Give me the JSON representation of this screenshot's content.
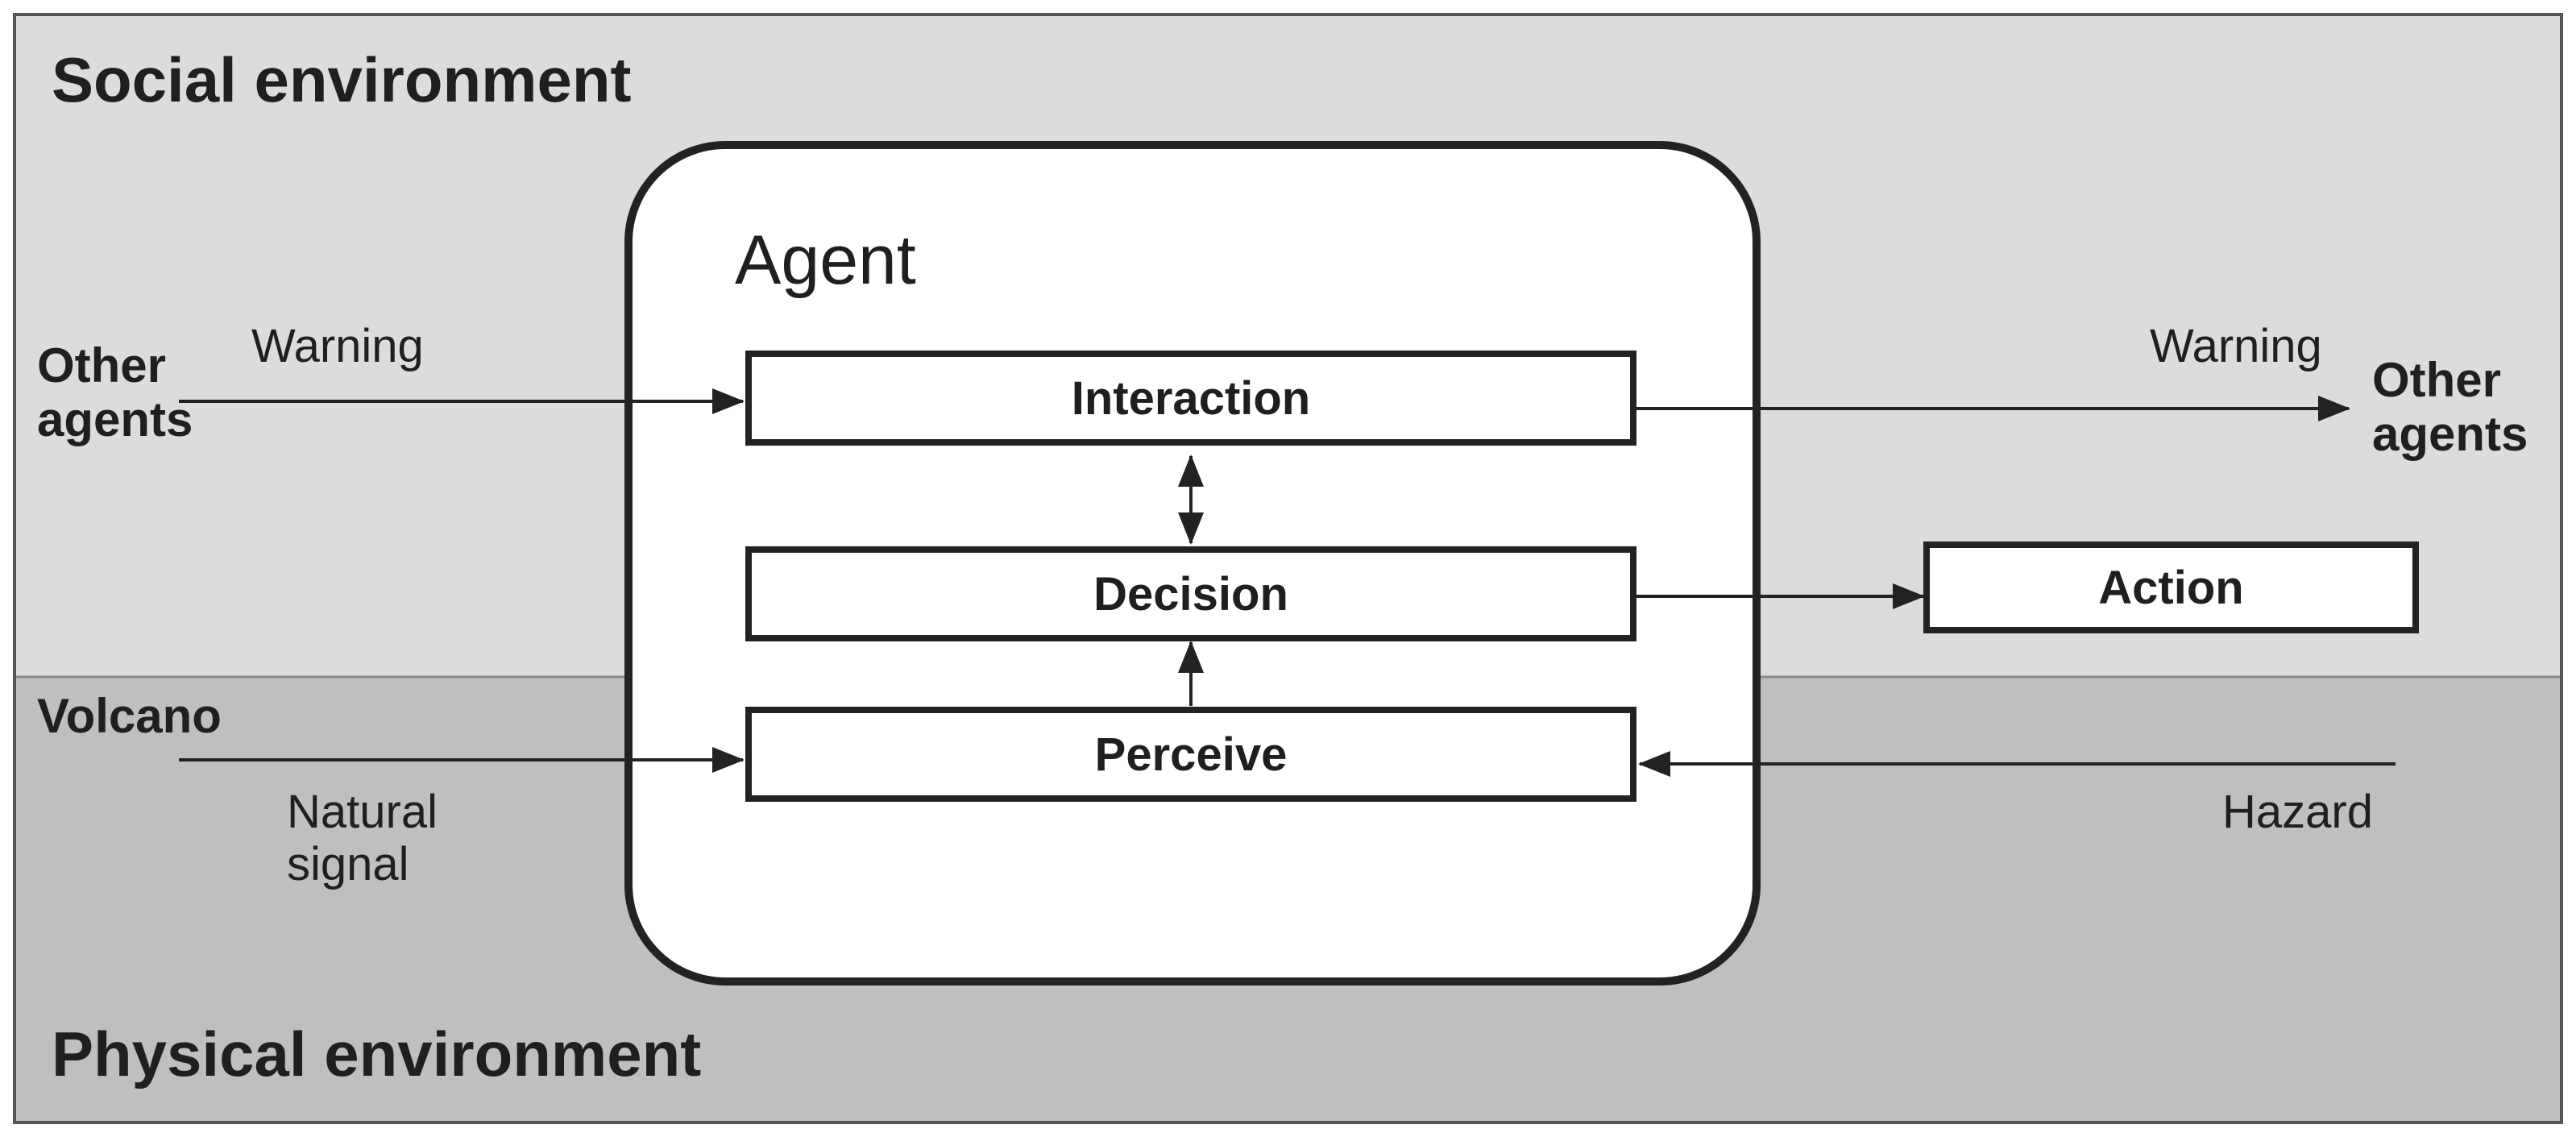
{
  "colors": {
    "social_bg": "#dcdcdc",
    "physical_bg": "#bfbfbf",
    "stroke": "#222222",
    "box_fill": "#ffffff",
    "text": "#1f1f1f"
  },
  "regions": {
    "social_title": "Social environment",
    "physical_title": "Physical environment"
  },
  "agent": {
    "title": "Agent",
    "boxes": {
      "interaction": "Interaction",
      "decision": "Decision",
      "perceive": "Perceive"
    }
  },
  "action_box": "Action",
  "left": {
    "other_agents_line1": "Other",
    "other_agents_line2": "agents",
    "warning_label": "Warning",
    "volcano": "Volcano",
    "natural_signal_line1": "Natural",
    "natural_signal_line2": "signal"
  },
  "right": {
    "warning_label": "Warning",
    "other_agents_line1": "Other",
    "other_agents_line2": "agents",
    "hazard_label": "Hazard"
  }
}
